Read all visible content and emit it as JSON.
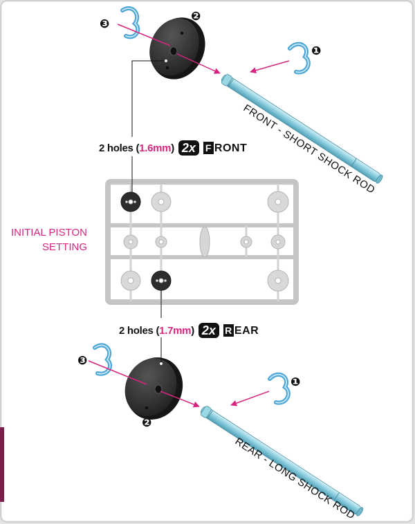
{
  "front": {
    "holes_text": "2 holes (",
    "holes_size": "1.6mm",
    "holes_close": ")",
    "qty": "2x",
    "section_first": "F",
    "section_rest": "RONT",
    "rod_label": "FRONT - SHORT SHOCK ROD"
  },
  "rear": {
    "holes_text": "2 holes (",
    "holes_size": "1.7mm",
    "holes_close": ")",
    "qty": "2x",
    "section_first": "R",
    "section_rest": "EAR",
    "rod_label": "REAR - LONG SHOCK ROD"
  },
  "initial_setting": [
    "INITIAL PISTON",
    "SETTING"
  ],
  "callouts": {
    "one": "❶",
    "two": "❷",
    "three": "❸"
  },
  "colors": {
    "accent": "#d5267f",
    "rod": "#7fc6d6",
    "piston": "#2b2b2b",
    "sprue": "#c8c8c8"
  }
}
